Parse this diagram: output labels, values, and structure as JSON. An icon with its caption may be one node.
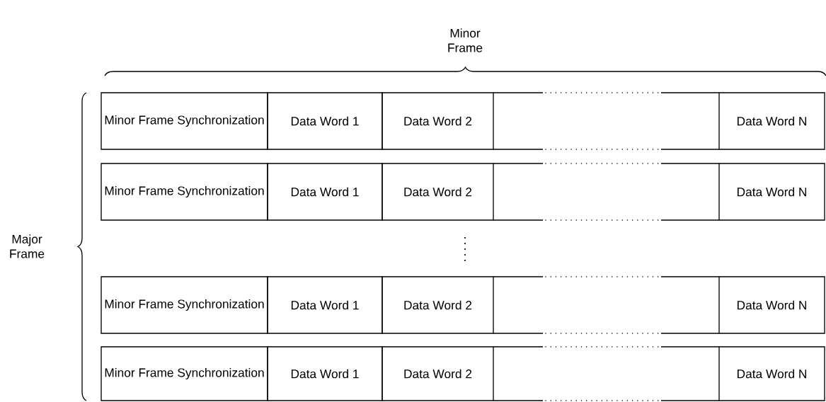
{
  "diagram": {
    "nodes": [
      {
        "text": [
          "Minor Frame Synchronization"
        ]
      },
      {
        "text": [
          "Data Word 1"
        ]
      },
      {
        "text": [
          "Data Word 2"
        ]
      },
      {
        "text": [],
        "shape": "box"
      },
      {
        "text": [
          "Data Word N"
        ]
      },
      {
        "text": [
          "Minor Frame Synchronization"
        ]
      },
      {
        "text": [
          "Data Word 1"
        ]
      },
      {
        "text": [
          "Data Word 2"
        ]
      },
      {
        "text": [],
        "shape": "box"
      },
      {
        "text": [
          "Data Word N"
        ]
      },
      {
        "text": [
          "Minor Frame Synchronization"
        ]
      },
      {
        "text": [
          "Data Word 1"
        ]
      },
      {
        "text": [
          "Data Word 2"
        ]
      },
      {
        "text": [],
        "shape": "box"
      },
      {
        "text": [
          "Data Word N"
        ]
      },
      {
        "text": [
          "Minor Frame Synchronization"
        ]
      },
      {
        "text": [
          "Data Word 1"
        ]
      },
      {
        "text": [
          "Data Word 2"
        ]
      },
      {
        "text": [],
        "shape": "box"
      },
      {
        "text": [
          "Data Word N"
        ]
      }
    ],
    "labels": [
      "Minor Frame",
      "Major Frame"
    ]
  }
}
